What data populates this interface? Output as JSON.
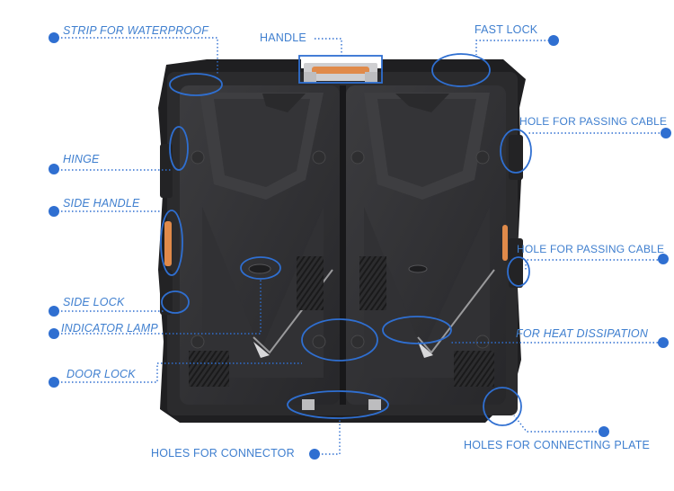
{
  "colors": {
    "accent": "#2f6fd1",
    "label": "#3f7fcf",
    "cabinet": "#2a2a2c",
    "panel": "#3a3a3c",
    "highlight": "#e08a4a"
  },
  "labels": {
    "strip": "STRIP FOR WATERPROOF",
    "handle": "HANDLE",
    "fast_lock": "FAST LOCK",
    "hole_cable_1": "HOLE FOR PASSING CABLE",
    "hinge": "HINGE",
    "side_handle": "SIDE HANDLE",
    "hole_cable_2": "HOLE FOR PASSING CABLE",
    "side_lock": "SIDE LOCK",
    "indicator_lamp": "INDICATOR LAMP",
    "heat": "FOR HEAT DISSIPATION",
    "door_lock": "DOOR LOCK",
    "connector": "HOLES FOR CONNECTOR",
    "connecting_plate": "HOLES FOR CONNECTING PLATE"
  }
}
